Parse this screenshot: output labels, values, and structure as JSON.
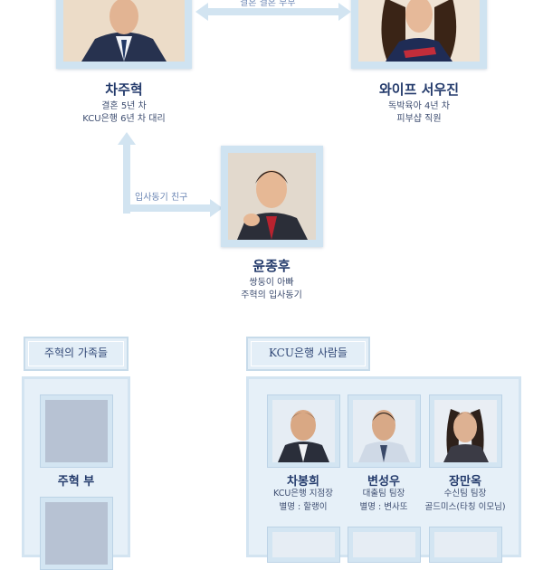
{
  "top_link": {
    "label": "결혼 결혼 부부"
  },
  "husband": {
    "name": "차주혁",
    "desc1": "결혼 5년 차",
    "desc2": "KCU은행 6년 차 대리"
  },
  "wife": {
    "name": "와이프 서우진",
    "desc1": "독박육아 4년 차",
    "desc2": "피부샵 직원"
  },
  "friend_link": {
    "label": "입사동기 친구"
  },
  "friend": {
    "name": "윤종후",
    "desc1": "쌍둥이 아빠",
    "desc2": "주혁의 입사동기"
  },
  "family_section": {
    "title": "주혁의 가족들",
    "members": [
      {
        "name": "주혁 부"
      }
    ]
  },
  "bank_section": {
    "title": "KCU은행 사람들",
    "people": [
      {
        "name": "차봉희",
        "desc1": "KCU은행 지점장",
        "desc2": "별명 : 할랭이"
      },
      {
        "name": "변성우",
        "desc1": "대출팀 팀장",
        "desc2": "별명 : 변사또"
      },
      {
        "name": "장만옥",
        "desc1": "수신팀 팀장",
        "desc2": "골드미스(타칭 이모님)"
      }
    ]
  }
}
